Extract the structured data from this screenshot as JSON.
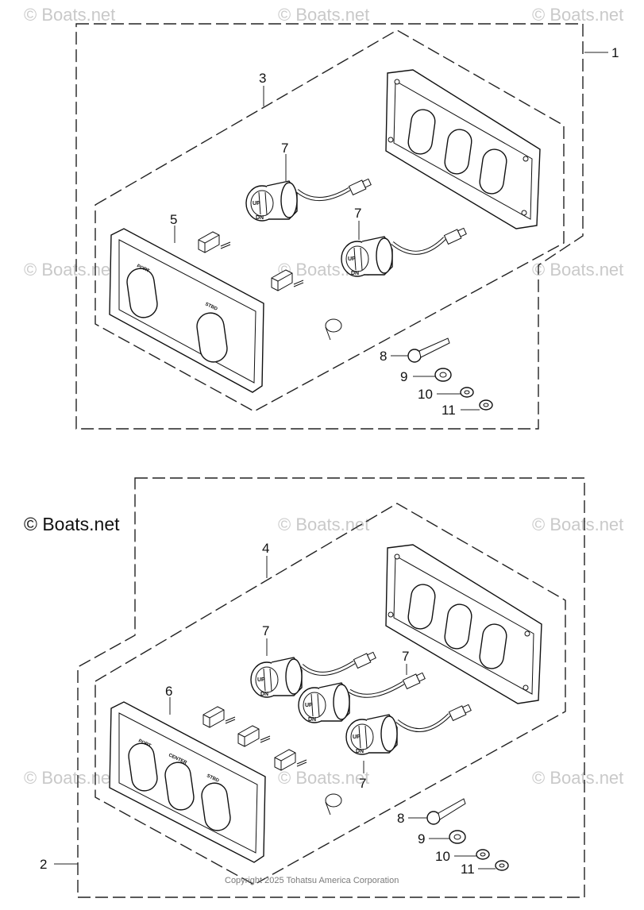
{
  "watermarks": {
    "text": "© Boats.net",
    "prominent_text": "© Boats.net"
  },
  "callouts": {
    "c1": "1",
    "c2": "2",
    "c3": "3",
    "c4": "4",
    "c5": "5",
    "c6": "6",
    "c7": "7",
    "c8": "8",
    "c9": "9",
    "c10": "10",
    "c11": "11"
  },
  "panel_labels": {
    "port": "PORT",
    "stbd": "STBD",
    "center": "CENTER"
  },
  "knob_labels": {
    "up": "UP",
    "dn": "DN"
  },
  "copyright": "Copyright 2025 Tohatsu America Corporation"
}
